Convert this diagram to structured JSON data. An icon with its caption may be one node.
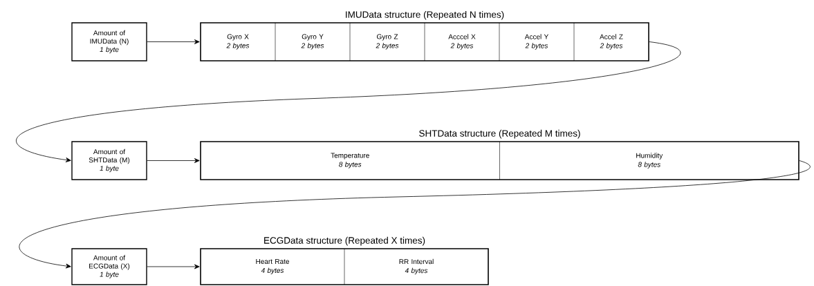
{
  "diagram": {
    "nodes": [
      {
        "text": [
          "Amount of IMUData (N)",
          "1 byte"
        ]
      },
      {
        "text": [
          "IMUData structure (Repeated N times)"
        ]
      },
      {
        "text": [
          "Gyro X",
          "2 bytes"
        ],
        "in": 1
      },
      {
        "text": [
          "Gyro Y",
          "2 bytes"
        ],
        "in": 1
      },
      {
        "text": [
          "Gyro Z",
          "2 bytes"
        ],
        "in": 1
      },
      {
        "text": [
          "Acccel X",
          "2 bytes"
        ],
        "in": 1
      },
      {
        "text": [
          "Accel Y",
          "2 bytes"
        ],
        "in": 1
      },
      {
        "text": [
          "Accel Z",
          "2 bytes"
        ],
        "in": 1
      },
      {
        "text": [
          "Amount of SHTData (M)",
          "1 byte"
        ]
      },
      {
        "text": [
          "SHTData structure (Repeated M times)"
        ]
      },
      {
        "text": [
          "Temperature",
          "8 bytes"
        ],
        "in": 9
      },
      {
        "text": [
          "Humidity",
          "8 bytes"
        ],
        "in": 9
      },
      {
        "text": [
          "Amount of ECGData (X)",
          "1 byte"
        ]
      },
      {
        "text": [
          "ECGData structure (Repeated X times)"
        ]
      },
      {
        "text": [
          "Heart Rate",
          "4 bytes"
        ],
        "in": 13
      },
      {
        "text": [
          "RR Interval",
          "4 bytes"
        ],
        "in": 13
      }
    ],
    "edges": [
      {
        "from": 0,
        "to": 1,
        "arrow": "to"
      },
      {
        "from": 1,
        "to": 8,
        "arrow": "to"
      },
      {
        "from": 8,
        "to": 9,
        "arrow": "to"
      },
      {
        "from": 9,
        "to": 12,
        "arrow": "to"
      },
      {
        "from": 12,
        "to": 13,
        "arrow": "to"
      }
    ]
  }
}
